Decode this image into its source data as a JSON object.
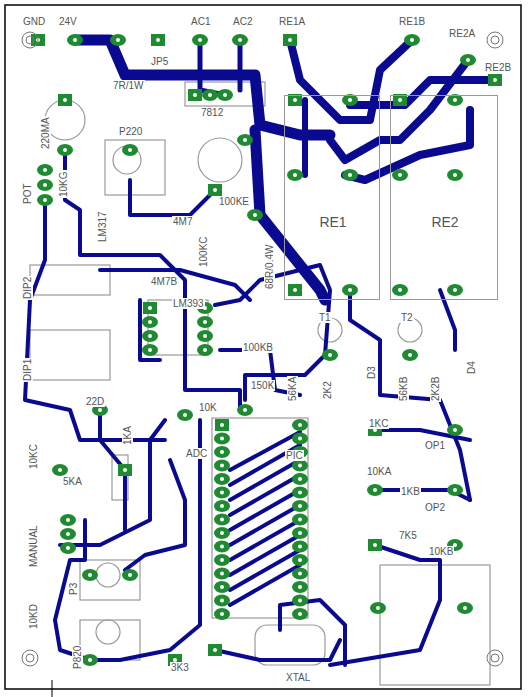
{
  "diagram": {
    "nodes": [
      {
        "text": [
          "RE1"
        ]
      },
      {
        "text": [
          "RE2"
        ]
      }
    ],
    "labels": [
      "GND",
      "24V",
      "AC1",
      "AC2",
      "RE1A",
      "RE1B",
      "RE2A",
      "RE2B",
      "JP5",
      "7R/1W",
      "7812",
      "220MA",
      "P220",
      "10KG",
      "POT",
      "LM317",
      "4M7",
      "100KE",
      "4M7B",
      "100KC",
      "68R/0.4W",
      "DIP2",
      "LM393",
      "100KB",
      "150K",
      "DIP1",
      "22D",
      "1KA",
      "10K",
      "ADC",
      "PIC",
      "10KC",
      "5KA",
      "MANUAL",
      "P3",
      "10KD",
      "P820",
      "3K3",
      "XTAL",
      "10KA",
      "OP1",
      "OP2",
      "1KB",
      "7K5",
      "10KB",
      "T1",
      "T2",
      "56KA",
      "2K2",
      "D3",
      "56KB",
      "2K2B",
      "D4",
      "1KC"
    ]
  }
}
